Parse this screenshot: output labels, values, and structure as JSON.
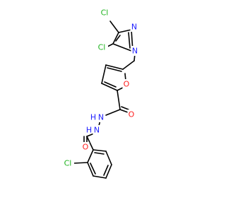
{
  "molecule": {
    "colors": {
      "bond": "#000000",
      "Cl": "#1fb31f",
      "N": "#2020ff",
      "O": "#ff1f1f",
      "background": "#ffffff"
    },
    "atoms": [
      {
        "id": "cl_top",
        "element": "Cl",
        "label": "Cl"
      },
      {
        "id": "cl_left",
        "element": "Cl",
        "label": "Cl"
      },
      {
        "id": "n_imidazole_ring",
        "element": "N",
        "label": "N"
      },
      {
        "id": "n_imidazole_link",
        "element": "N",
        "label": "N"
      },
      {
        "id": "o_furan",
        "element": "O",
        "label": "O"
      },
      {
        "id": "o_carbonyl_right",
        "element": "O",
        "label": "O"
      },
      {
        "id": "nh_upper",
        "element": "N",
        "label": "N",
        "h": "H"
      },
      {
        "id": "nh_lower",
        "element": "N",
        "label": "N",
        "h": "H"
      },
      {
        "id": "o_carbonyl_left",
        "element": "O",
        "label": "O"
      },
      {
        "id": "cl_benzene",
        "element": "Cl",
        "label": "Cl"
      }
    ]
  }
}
